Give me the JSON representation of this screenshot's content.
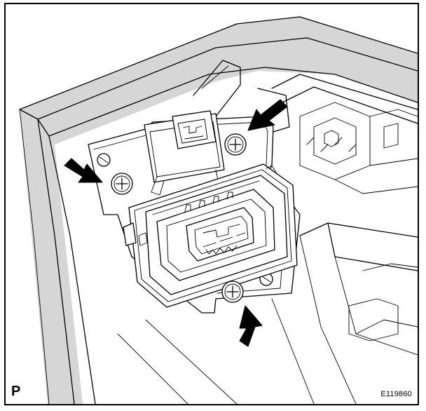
{
  "diagram": {
    "corner_label": "P",
    "figure_id": "E119860",
    "arrows": [
      "arrow-left",
      "arrow-top-right",
      "arrow-bottom"
    ],
    "screws": [
      "screw-left",
      "screw-top",
      "screw-bottom"
    ],
    "colors": {
      "line": "#000000",
      "shade": "#d6d6d6",
      "background": "#ffffff"
    }
  }
}
